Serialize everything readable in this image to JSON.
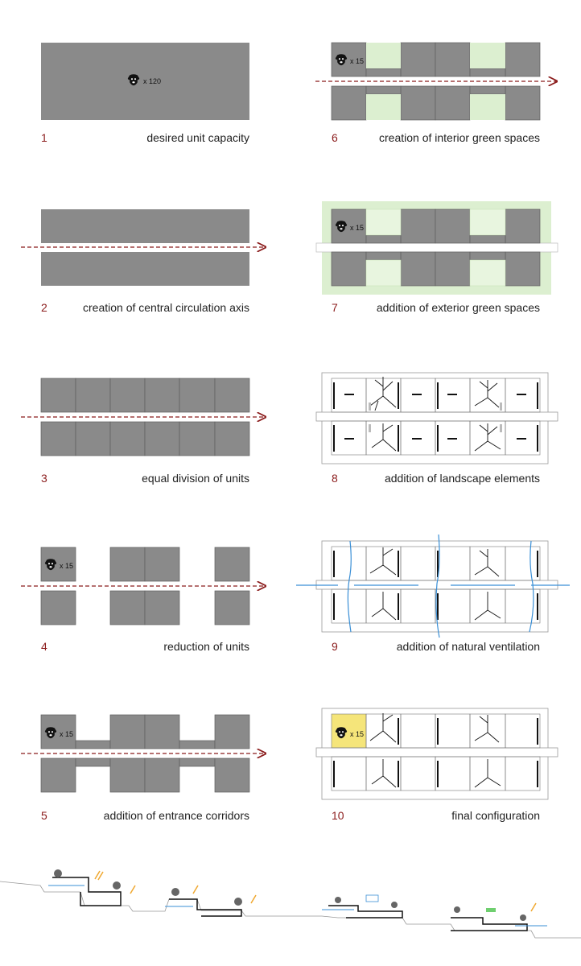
{
  "steps": [
    {
      "num": "1",
      "title": "desired unit capacity",
      "count": "x 120"
    },
    {
      "num": "2",
      "title": "creation of central circulation axis"
    },
    {
      "num": "3",
      "title": "equal division of units"
    },
    {
      "num": "4",
      "title": "reduction of units",
      "count": "x 15"
    },
    {
      "num": "5",
      "title": "addition of entrance corridors",
      "count": "x 15"
    },
    {
      "num": "6",
      "title": "creation of interior green spaces",
      "count": "x 15"
    },
    {
      "num": "7",
      "title": "addition of exterior green spaces",
      "count": "x 15"
    },
    {
      "num": "8",
      "title": "addition of landscape elements"
    },
    {
      "num": "9",
      "title": "addition of natural ventilation"
    },
    {
      "num": "10",
      "title": "final configuration",
      "count": "x 15"
    }
  ],
  "colors": {
    "unit": "#8a8a8a",
    "green": "#dcefd0",
    "arrow": "#8b1c1c",
    "highlight": "#f5e57a",
    "airflow": "#3a8fd6"
  }
}
